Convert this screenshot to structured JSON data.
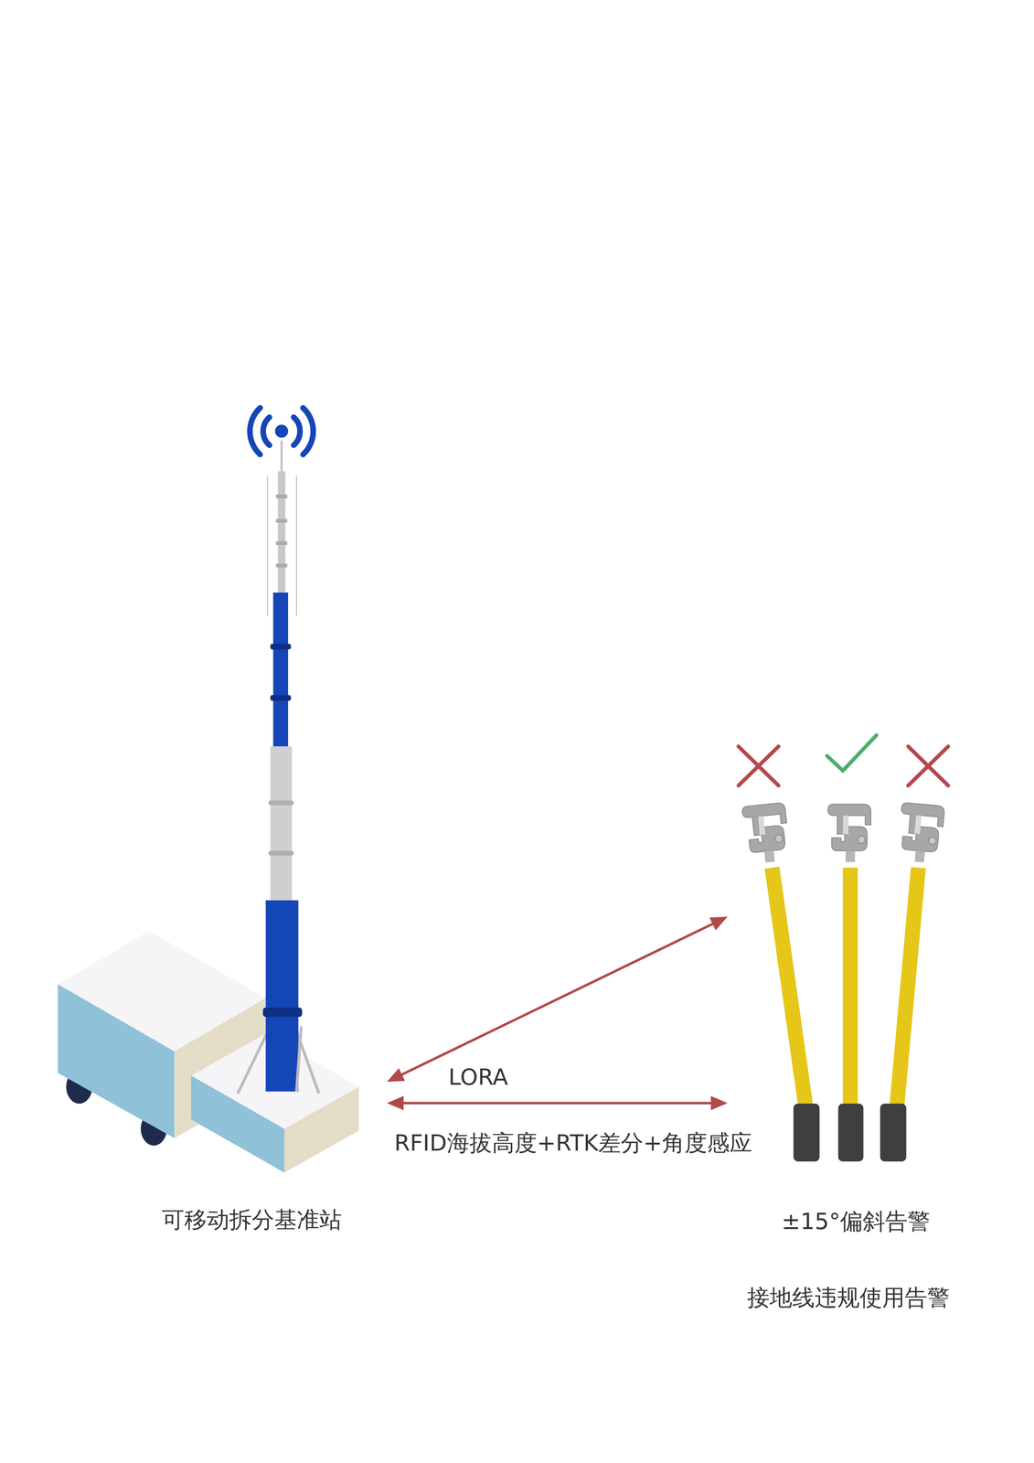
{
  "diagram": {
    "nodes": [
      {
        "text": [
          "可移动拆分基准站"
        ]
      },
      {
        "text": [
          "±15°偏斜告警",
          "接地线违规使用告警"
        ]
      }
    ],
    "edges": [
      {
        "from": 0,
        "to": 1,
        "label": "LORA",
        "arrow": "both"
      },
      {
        "from": 0,
        "to": 1,
        "label": "RFID海拔高度+RTK差分+角度感应",
        "arrow": "both"
      }
    ]
  }
}
